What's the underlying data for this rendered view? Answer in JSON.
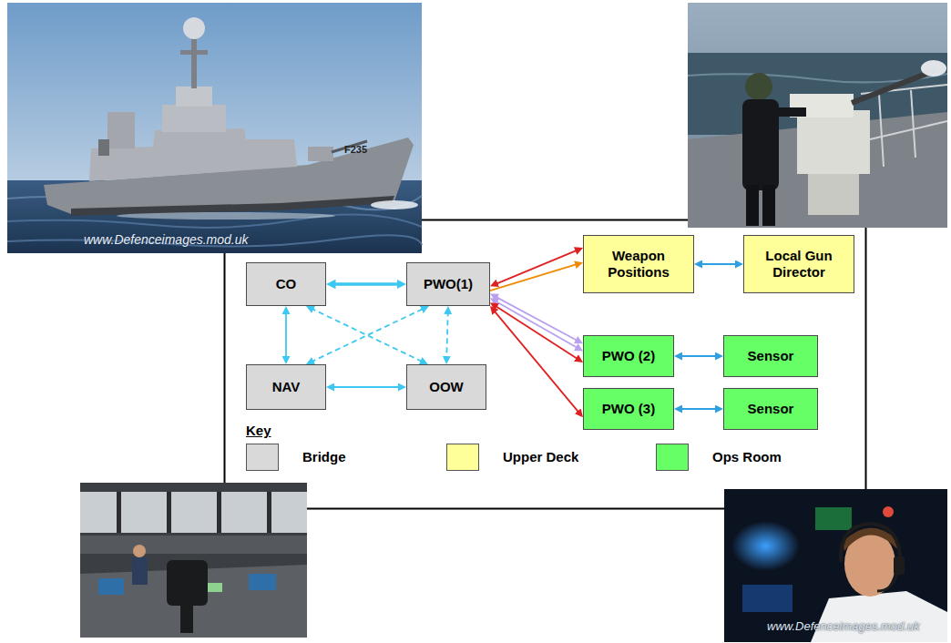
{
  "diagram": {
    "nodes": [
      {
        "text": [
          "CO"
        ]
      },
      {
        "text": [
          "PWO(1)"
        ]
      },
      {
        "text": [
          "Weapon Positions"
        ]
      },
      {
        "text": [
          "Local Gun Director"
        ]
      },
      {
        "text": [
          "NAV"
        ]
      },
      {
        "text": [
          "OOW"
        ]
      },
      {
        "text": [
          "PWO (2)"
        ]
      },
      {
        "text": [
          "Sensor"
        ]
      },
      {
        "text": [
          "PWO (3)"
        ]
      },
      {
        "text": [
          "Sensor"
        ]
      }
    ],
    "edges": [
      {
        "from": 0,
        "to": 1,
        "arrow": "both"
      },
      {
        "from": 0,
        "to": 4,
        "arrow": "both"
      },
      {
        "from": 0,
        "to": 5,
        "arrow": "both"
      },
      {
        "from": 4,
        "to": 1,
        "arrow": "both"
      },
      {
        "from": 1,
        "to": 5,
        "arrow": "both"
      },
      {
        "from": 4,
        "to": 5,
        "arrow": "both"
      },
      {
        "from": 1,
        "to": 2,
        "arrow": "both"
      },
      {
        "from": 1,
        "to": 2,
        "arrow": "to"
      },
      {
        "from": 2,
        "to": 3,
        "arrow": "both"
      },
      {
        "from": 1,
        "to": 6,
        "arrow": "both"
      },
      {
        "from": 1,
        "to": 6,
        "arrow": "both"
      },
      {
        "from": 1,
        "to": 6,
        "arrow": "both"
      },
      {
        "from": 1,
        "to": 8,
        "arrow": "both"
      },
      {
        "from": 6,
        "to": 7,
        "arrow": "both"
      },
      {
        "from": 8,
        "to": 9,
        "arrow": "both"
      }
    ],
    "labels": [
      "Key",
      "F235",
      "www.Defenceimages.mod.uk",
      "www.Defenceimages.mod.uk"
    ],
    "legend": [
      {
        "text": "Bridge",
        "color": "#d9d9d9"
      },
      {
        "text": "Upper Deck",
        "color": "#ffff99"
      },
      {
        "text": "Ops Room",
        "color": "#66ff66"
      }
    ]
  }
}
